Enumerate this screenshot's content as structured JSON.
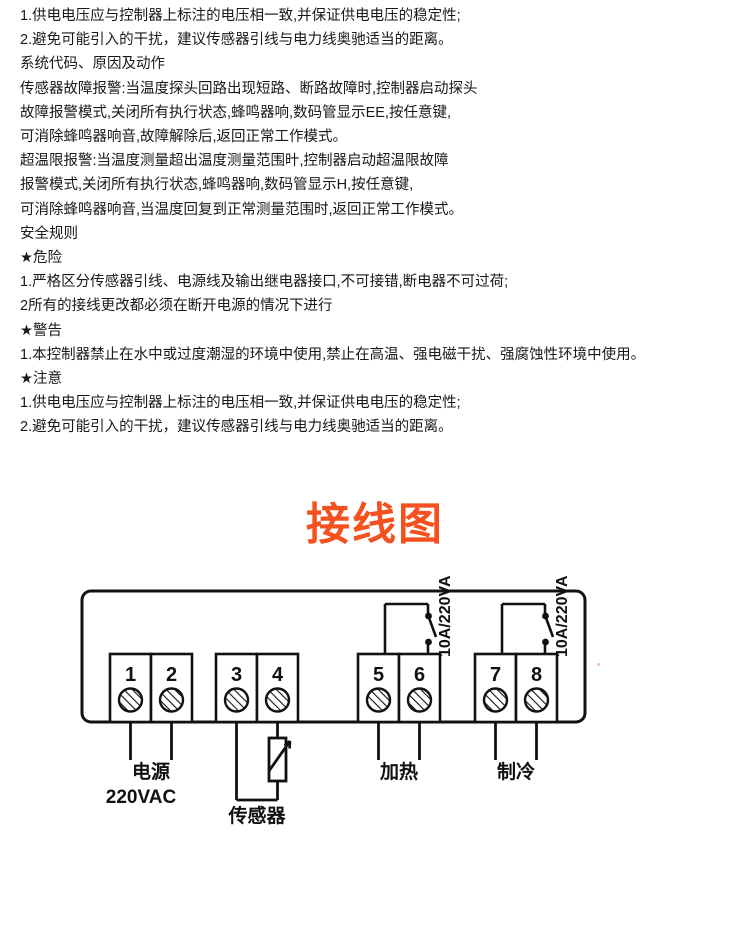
{
  "document": {
    "body_lines": [
      "1.供电电压应与控制器上标注的电压相一致,并保证供电电压的稳定性;",
      "2.避免可能引入的干扰，建议传感器引线与电力线奥驰适当的距离。",
      "系统代码、原因及动作",
      "传感器故障报警:当温度探头回路出现短路、断路故障时,控制器启动探头",
      "故障报警模式,关闭所有执行状态,蜂鸣器响,数码管显示EE,按任意键,",
      "可消除蜂鸣器响音,故障解除后,返回正常工作模式。",
      "超温限报警:当温度测量超出温度测量范围旪,控制器启动超温限故障",
      "报警模式,关闭所有执行状态,蜂鸣器响,数码管显示H,按任意键,",
      "可消除蜂鸣器响音,当温度回复到正常测量范围时,返回正常工作模式。",
      "安全规则",
      "★危险",
      "1.严格区分传感器引线、电源线及输出继电器接口,不可接错,断电器不可过荷;",
      "2所有的接线更改都必须在断开电源的情况下进行",
      "★警告",
      "1.本控制器禁止在水中或过度潮湿的环境中使用,禁止在高温、强电磁干扰、强腐蚀性环境中使用。",
      "★注意",
      "1.供电电压应与控制器上标注的电压相一致,并保证供电电压的稳定性;",
      "2.避免可能引入的干扰，建议传感器引线与电力线奥驰适当的距离。"
    ]
  },
  "diagram": {
    "title": "接线图",
    "title_color": "#f4511e",
    "terminals": [
      {
        "number": "1"
      },
      {
        "number": "2"
      },
      {
        "number": "3"
      },
      {
        "number": "4"
      },
      {
        "number": "5"
      },
      {
        "number": "6"
      },
      {
        "number": "7"
      },
      {
        "number": "8"
      }
    ],
    "labels": {
      "power": "电源",
      "power_voltage": "220VAC",
      "sensor": "传感器",
      "heating": "加热",
      "cooling": "制冷"
    },
    "relay_ratings": [
      "10A/220VAC",
      "10A/220VAC"
    ]
  }
}
